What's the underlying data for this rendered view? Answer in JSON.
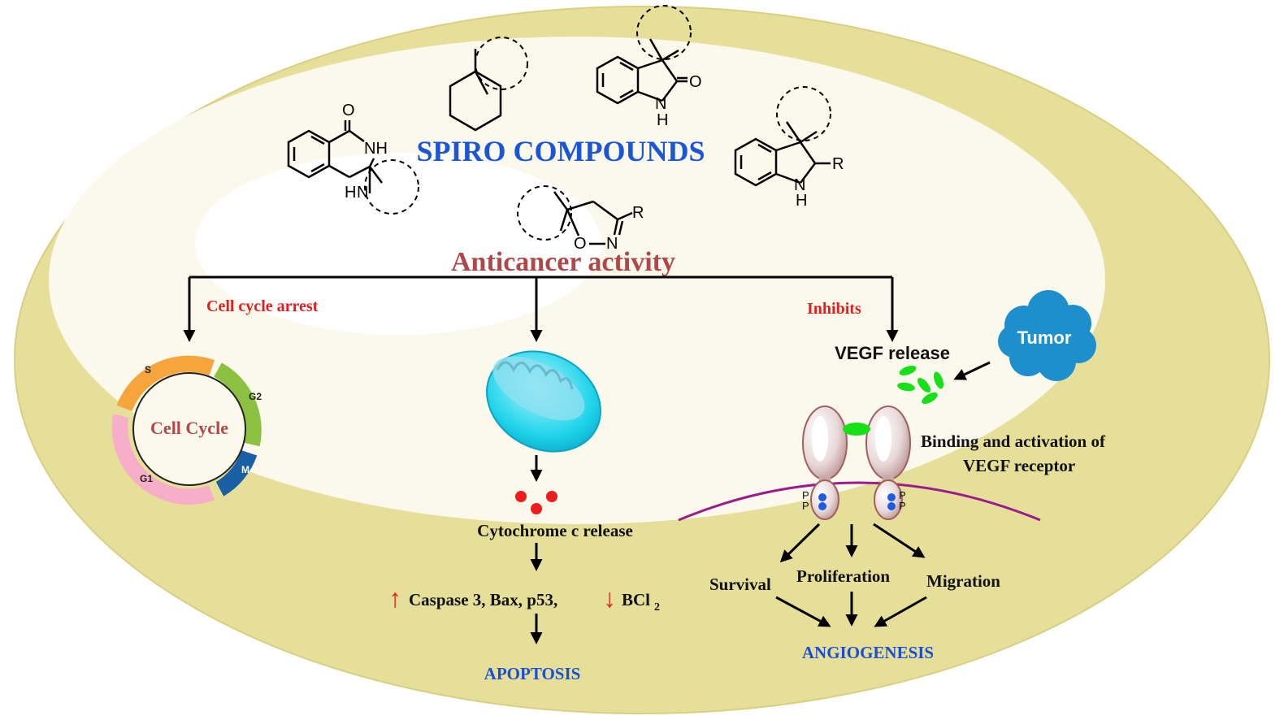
{
  "title": "SPIRO COMPOUNDS",
  "activity": "Anticancer activity",
  "structure_labels": {
    "carbonyl_o_1": "O",
    "nh_1": "NH",
    "h_1": "H",
    "n_1": "N",
    "carbonyl_o_2": "O",
    "h_2": "H",
    "n_2": "N",
    "r_1": "R",
    "h_3": "H",
    "n_3": "N",
    "r_2": "R",
    "isox_o": "O",
    "isox_n": "N"
  },
  "cell_cycle": {
    "label": "Cell cycle arrest",
    "center": "Cell Cycle",
    "phases": [
      "S",
      "G2",
      "M",
      "G1"
    ]
  },
  "apoptosis": {
    "cytochrome": "Cytochrome c release",
    "markers_up": "Caspase 3,  Bax, p53,",
    "marker_down": "BCl",
    "marker_down_sub": "2",
    "up_arrow": "↑",
    "down_arrow": "↓",
    "outcome": "APOPTOSIS"
  },
  "angiogenesis": {
    "inhibits": "Inhibits",
    "vegf": "VEGF release",
    "tumor": "Tumor",
    "binding_line1": "Binding and activation of",
    "binding_line2": "VEGF receptor",
    "phospho": [
      "P",
      "P",
      "P",
      "P"
    ],
    "effects": [
      "Survival",
      "Proliferation",
      "Migration"
    ],
    "outcome": "ANGIOGENESIS"
  },
  "colors": {
    "outer_ellipse": "#e6df9a",
    "inner_ellipse": "#fbf8ec",
    "title_blue": "#1a56d6",
    "activity_red": "#b04848",
    "label_red": "#e41e1e",
    "outcome_blue": "#1b4fd1",
    "tumor": "#1d8fcc",
    "vegf_green": "#18e018",
    "membrane": "#9c1c8c"
  }
}
